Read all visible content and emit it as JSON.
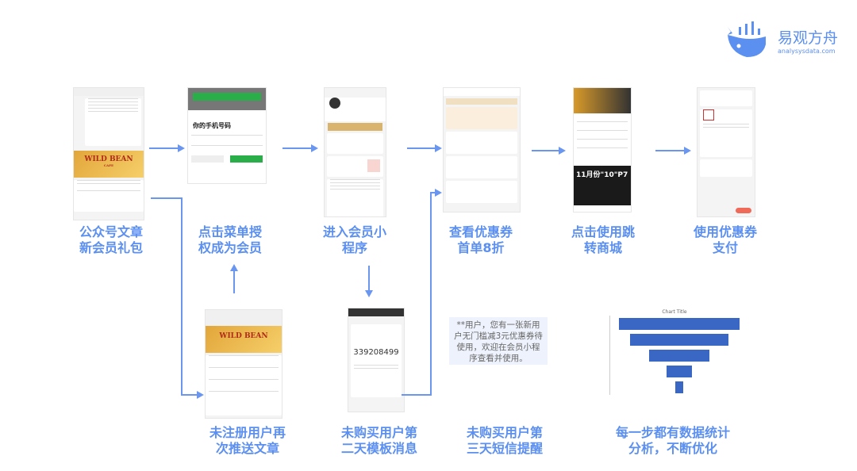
{
  "logo": {
    "name": "易观方舟",
    "domain": "analysysdata.com"
  },
  "steps": [
    {
      "caption": "公众号文章\n新会员礼包"
    },
    {
      "caption": "点击菜单授\n权成为会员"
    },
    {
      "caption": "进入会员小\n程序"
    },
    {
      "caption": "查看优惠券\n首单8折"
    },
    {
      "caption": "点击使用跳\n转商城"
    },
    {
      "caption": "使用优惠券\n支付"
    }
  ],
  "branch": [
    {
      "caption": "未注册用户再\n次推送文章"
    },
    {
      "caption": "未购买用户第\n二天模板消息"
    },
    {
      "caption": "未购买用户第\n三天短信提醒"
    },
    {
      "caption": "每一步都有数据统计\n分析，不断优化"
    }
  ],
  "phones": {
    "auth_title": "你的手机号码",
    "cafe_banner": "WILD BEAN",
    "cafe_sub": "CAFE",
    "template_code": "339208499",
    "mall_promo": "11月份\"10\"P7"
  },
  "sms": {
    "text": "**用户，您有一张新用户无门槛减3元优惠券待使用，欢迎在会员小程序查看并使用。"
  },
  "chart_data": {
    "type": "bar",
    "title": "Chart Title",
    "orientation": "funnel",
    "values": [
      100,
      81,
      50,
      21,
      6
    ],
    "categories": []
  },
  "colors": {
    "accent": "#5b8ff0",
    "arrow": "#6a96f0",
    "funnel": "#3a66c4",
    "wechat_green": "#2aae4a"
  }
}
